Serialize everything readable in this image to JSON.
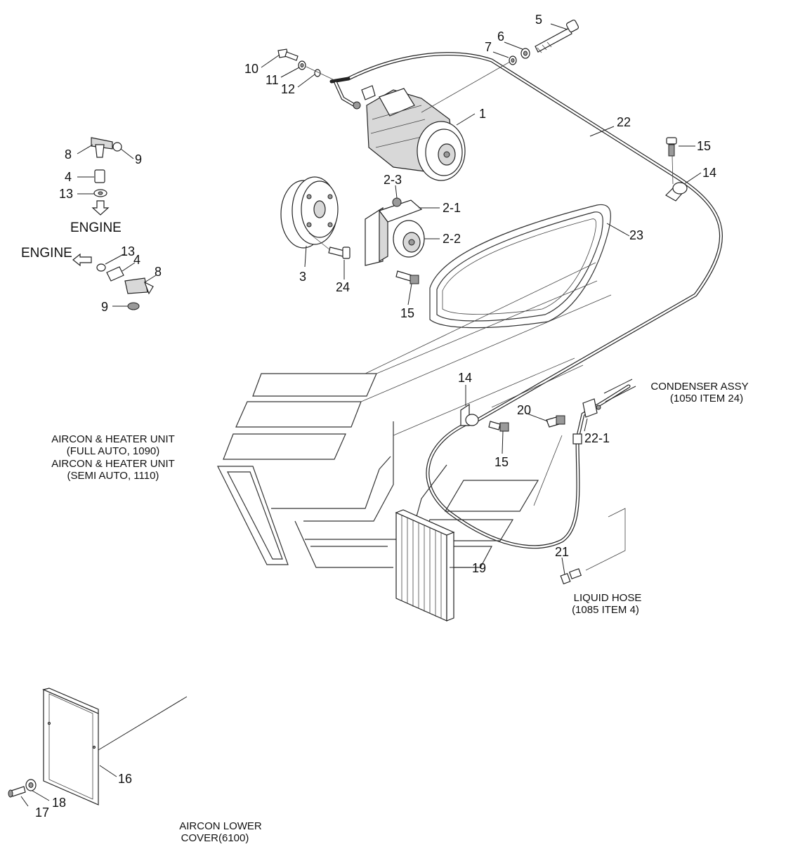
{
  "diagram": {
    "callouts": {
      "c5": "5",
      "c6": "6",
      "c7": "7",
      "c10": "10",
      "c11": "11",
      "c12": "12",
      "c1": "1",
      "c22": "22",
      "c15a": "15",
      "c14a": "14",
      "c8a": "8",
      "c9a": "9",
      "c4a": "4",
      "c13a": "13",
      "c2_3": "2-3",
      "c2_1": "2-1",
      "c2_2": "2-2",
      "c23": "23",
      "c3": "3",
      "c24": "24",
      "c15b": "15",
      "c13b": "13",
      "c4b": "4",
      "c8b": "8",
      "c9b": "9",
      "c14b": "14",
      "c20": "20",
      "c22_1": "22-1",
      "c15c": "15",
      "c21": "21",
      "c19": "19",
      "c16": "16",
      "c17": "17",
      "c18": "18"
    },
    "engine_labels": {
      "top": "ENGINE",
      "left": "ENGINE"
    },
    "notes": {
      "condenser_line1": "CONDENSER ASSY",
      "condenser_line2": "(1050 ITEM 24)",
      "aircon_unit_line1": "AIRCON & HEATER UNIT",
      "aircon_unit_line2": "(FULL AUTO, 1090)",
      "aircon_unit_line3": "AIRCON & HEATER UNIT",
      "aircon_unit_line4": "(SEMI AUTO, 1110)",
      "liquid_hose_line1": "LIQUID HOSE",
      "liquid_hose_line2": "(1085 ITEM 4)",
      "lower_cover_line1": "AIRCON LOWER",
      "lower_cover_line2": "COVER(6100)"
    }
  }
}
